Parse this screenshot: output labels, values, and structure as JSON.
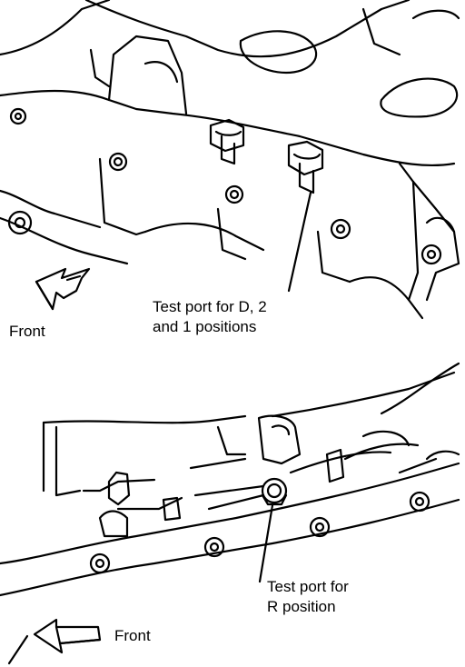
{
  "top_diagram": {
    "callout_line1": "Test port for D, 2",
    "callout_line2": "and 1 positions",
    "direction_label": "Front"
  },
  "bottom_diagram": {
    "callout_line1": "Test port for",
    "callout_line2": "R position",
    "direction_label": "Front"
  }
}
